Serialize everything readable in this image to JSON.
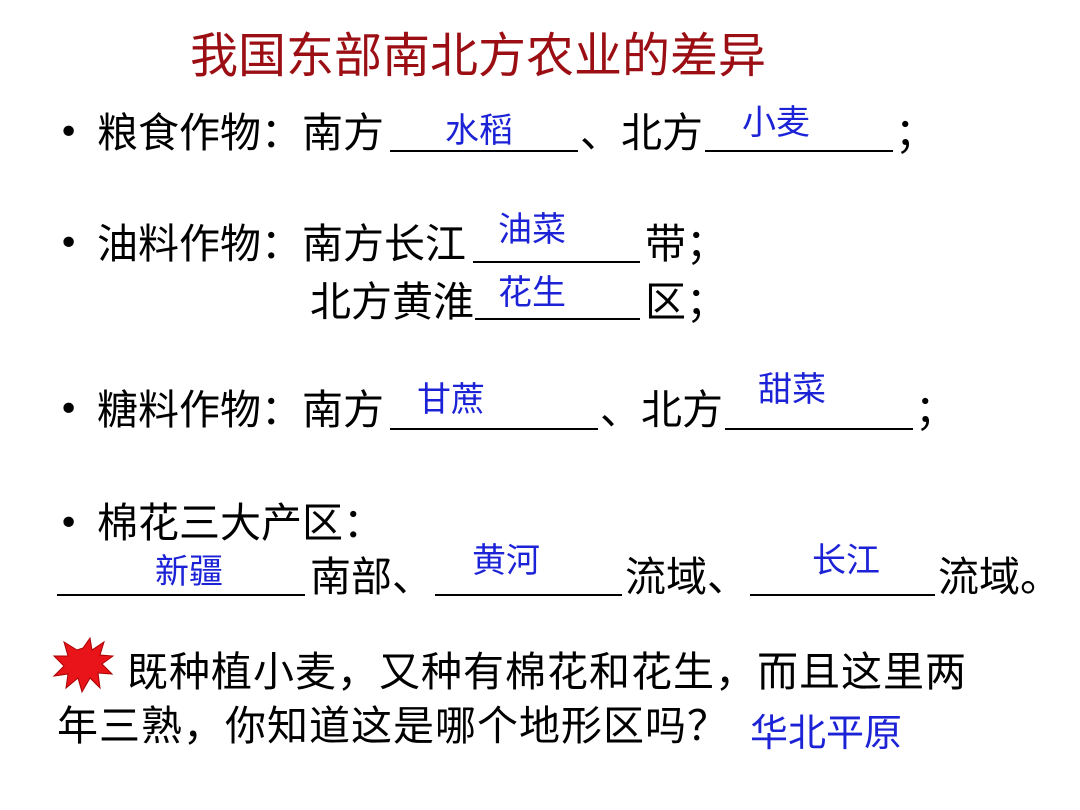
{
  "title": "我国东部南北方农业的差异",
  "bullet": "•",
  "grain": {
    "label": "粮食作物：南方",
    "mid": "、北方",
    "end": "；",
    "south": "水稻",
    "north": "小麦"
  },
  "oil": {
    "label": "油料作物：南方长江",
    "end1": "带；",
    "label2": "北方黄淮",
    "end2": "区；",
    "south": "油菜",
    "north": "花生"
  },
  "sugar": {
    "label": "糖料作物：南方",
    "mid": "、北方",
    "end": "；",
    "south": "甘蔗",
    "north": "甜菜"
  },
  "cotton": {
    "label": "棉花三大产区：",
    "p1": "南部、",
    "p2": "流域、",
    "p3": "流域。",
    "a1": "新疆",
    "a2": "黄河",
    "a3": "长江"
  },
  "question": {
    "line1": "既种植小麦，又种有棉花和花生，而且这里两",
    "line2": "年三熟，你知道这是哪个地形区吗？",
    "answer": "华北平原"
  },
  "colors": {
    "title": "#9b0f14",
    "answer": "#1c22d6",
    "star": "#e8141a"
  }
}
